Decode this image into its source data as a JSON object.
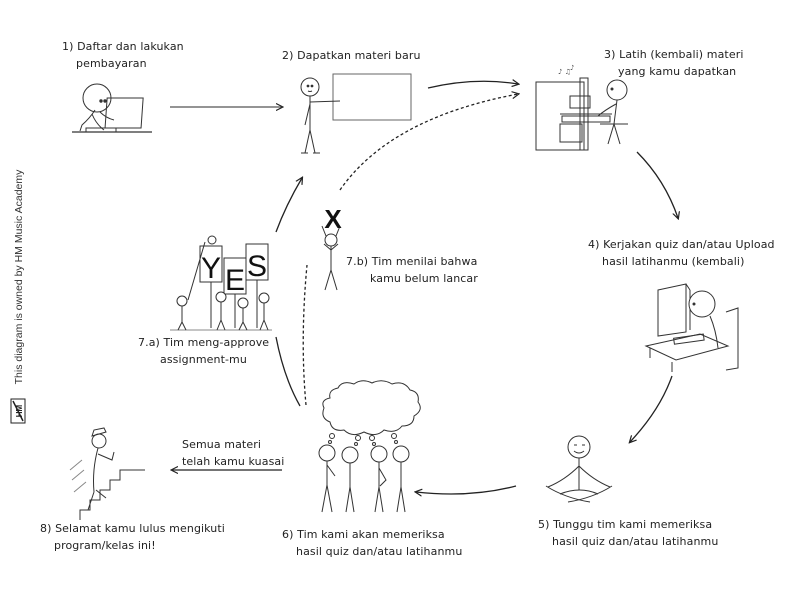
{
  "diagram": {
    "title": "",
    "watermark": "This diagram is owned by HM Music Academy",
    "logo_label": "HM",
    "steps": [
      {
        "id": "1",
        "line1": "1) Daftar dan lakukan",
        "line2": "pembayaran",
        "illustration": "person-at-laptop"
      },
      {
        "id": "2",
        "line1": "2) Dapatkan materi baru",
        "line2": "",
        "illustration": "person-pointing-at-board"
      },
      {
        "id": "3",
        "line1": "3) Latih (kembali) materi",
        "line2": "yang kamu dapatkan",
        "illustration": "person-playing-piano"
      },
      {
        "id": "4",
        "line1": "4) Kerjakan quiz dan/atau Upload",
        "line2": "hasil latihanmu (kembali)",
        "illustration": "person-at-computer"
      },
      {
        "id": "5",
        "line1": "5) Tunggu tim kami memeriksa",
        "line2": "hasil quiz dan/atau latihanmu",
        "illustration": "person-meditating"
      },
      {
        "id": "6",
        "line1": "6) Tim kami akan memeriksa",
        "line2": "hasil quiz dan/atau latihanmu",
        "illustration": "team-thinking"
      },
      {
        "id": "7a",
        "line1": "7.a) Tim meng-approve",
        "line2": "assignment-mu",
        "illustration": "team-holding-yes-signs"
      },
      {
        "id": "7b",
        "line1": "7.b) Tim menilai bahwa",
        "line2": "kamu belum lancar",
        "illustration": "person-holding-x-sign"
      },
      {
        "id": "8",
        "line1": "8) Selamat kamu lulus mengikuti",
        "line2": "program/kelas ini!",
        "illustration": "person-climbing-stairs"
      }
    ],
    "yes_sign_letters": [
      "Y",
      "E",
      "S"
    ],
    "x_sign": "X",
    "edge_labels": {
      "mastered": {
        "line1": "Semua materi",
        "line2": "telah kamu kuasai"
      }
    },
    "edges": [
      {
        "from": "1",
        "to": "2",
        "style": "solid"
      },
      {
        "from": "2",
        "to": "3",
        "style": "solid"
      },
      {
        "from": "3",
        "to": "4",
        "style": "solid"
      },
      {
        "from": "4",
        "to": "5",
        "style": "solid"
      },
      {
        "from": "5",
        "to": "6",
        "style": "solid"
      },
      {
        "from": "6",
        "to": "7a",
        "style": "solid"
      },
      {
        "from": "6",
        "to": "7b",
        "style": "dashed"
      },
      {
        "from": "7a",
        "to": "2",
        "style": "solid"
      },
      {
        "from": "7b",
        "to": "3",
        "style": "dashed"
      },
      {
        "from": "6",
        "to": "8",
        "style": "solid",
        "label": "mastered"
      }
    ]
  }
}
